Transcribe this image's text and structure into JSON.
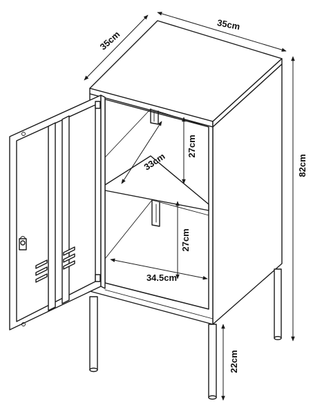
{
  "dimensions": {
    "top_width": "35cm",
    "top_depth": "35cm",
    "total_height": "82cm",
    "leg_height": "22cm",
    "upper_compartment_height": "27cm",
    "lower_compartment_height": "27cm",
    "shelf_depth": "33cm",
    "inner_width": "34.5cm"
  },
  "colors": {
    "line": "#1a1a1a",
    "background": "#ffffff"
  }
}
